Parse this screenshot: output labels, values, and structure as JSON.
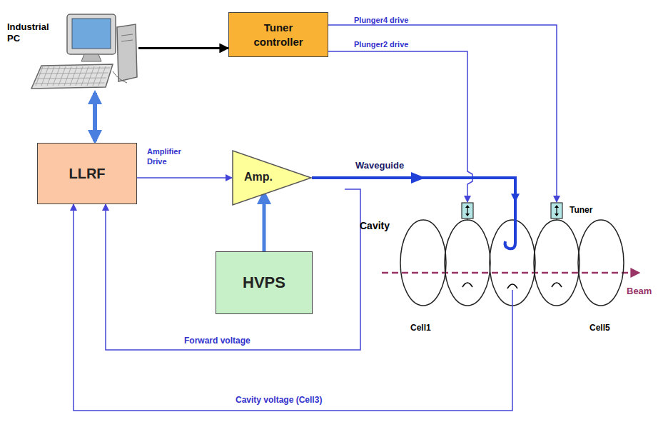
{
  "diagram": {
    "nodes": [
      {
        "text": [
          "Industrial PC"
        ]
      },
      {
        "text": [
          "Tuner controller"
        ]
      },
      {
        "text": [
          "LLRF"
        ]
      },
      {
        "text": [
          "Amp."
        ]
      },
      {
        "text": [
          "HVPS"
        ]
      },
      {
        "text": [
          "Cavity"
        ]
      }
    ],
    "edges": [
      {
        "from": 0,
        "to": 1,
        "arrow": "to"
      },
      {
        "from": 0,
        "to": 2,
        "arrow": "both"
      },
      {
        "from": 1,
        "to": 5,
        "label": "Plunger4 drive",
        "arrow": "to"
      },
      {
        "from": 1,
        "to": 5,
        "label": "Plunger2 drive",
        "arrow": "to"
      },
      {
        "from": 2,
        "to": 3,
        "label": "Amplifier Drive",
        "arrow": "to"
      },
      {
        "from": 4,
        "to": 3,
        "arrow": "to"
      },
      {
        "from": 3,
        "to": 5,
        "label": "Waveguide",
        "arrow": "to"
      },
      {
        "from": 3,
        "to": 2,
        "label": "Forward voltage",
        "arrow": "to"
      },
      {
        "from": 5,
        "to": 2,
        "label": "Cavity voltage (Cell3)",
        "arrow": "to"
      }
    ],
    "labels": [
      "Tuner",
      "Cell1",
      "Cell5",
      "Beam"
    ]
  }
}
